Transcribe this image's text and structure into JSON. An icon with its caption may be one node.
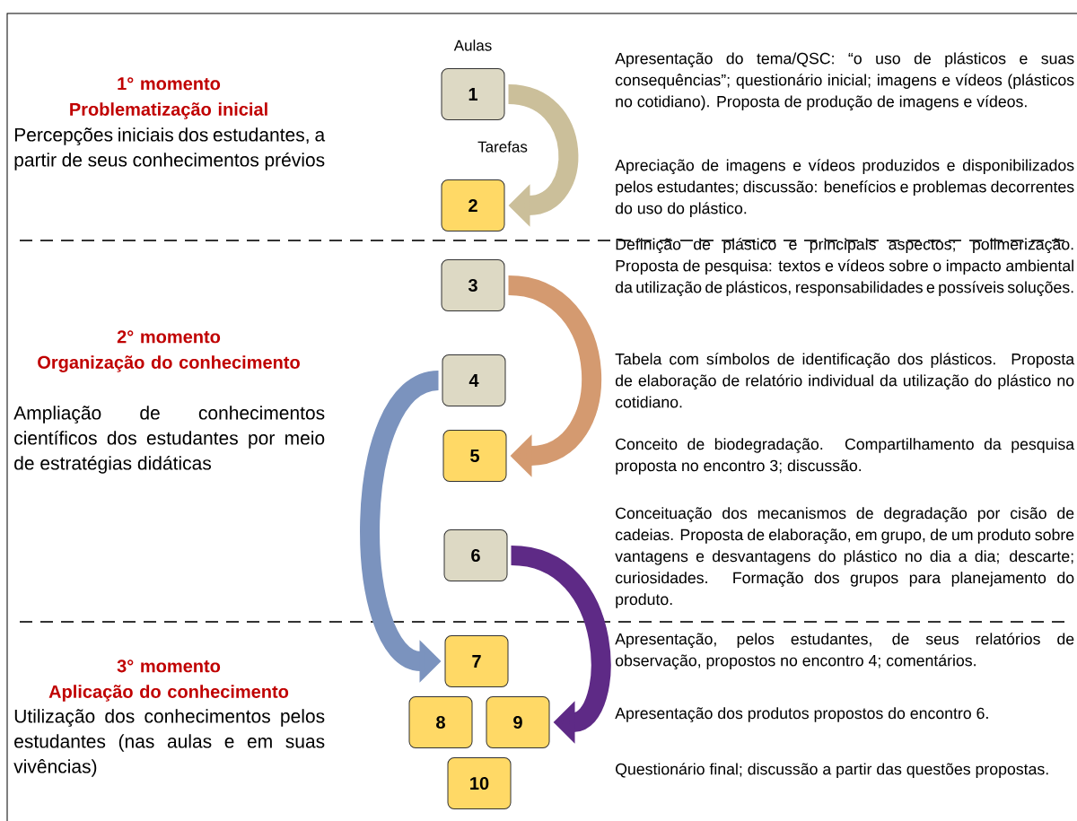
{
  "diagram": {
    "nodes": [
      {
        "text": [
          "1"
        ]
      },
      {
        "text": [
          "2"
        ]
      },
      {
        "text": [
          "3"
        ]
      },
      {
        "text": [
          "4"
        ]
      },
      {
        "text": [
          "5"
        ]
      },
      {
        "text": [
          "6"
        ]
      },
      {
        "text": [
          "7"
        ]
      },
      {
        "text": [
          "8"
        ]
      },
      {
        "text": [
          "9"
        ]
      },
      {
        "text": [
          "10"
        ]
      }
    ],
    "edges": [
      {
        "from": 0,
        "to": 1,
        "arrow": "to",
        "color": "#cbbf9a"
      },
      {
        "from": 2,
        "to": 4,
        "arrow": "to",
        "color": "#d49a70"
      },
      {
        "from": 3,
        "to": 6,
        "arrow": "to",
        "color": "#7b93be"
      },
      {
        "from": 5,
        "to": 8,
        "arrow": "to",
        "color": "#5e2a86"
      }
    ],
    "labels": [
      "Aulas",
      "1° momento",
      "Problematização inicial",
      "Percepções iniciais dos estudantes, a partir de seus conhecimentos prévios",
      "Tarefas",
      "Apresentação do tema/QSC: “o uso de plásticos e suas consequências”; questionário inicial; imagens e vídeos (plásticos no cotidiano). Proposta de produção de imagens e vídeos.",
      "Apreciação de imagens e vídeos produzidos e disponibilizados pelos estudantes; discussão: benefícios e problemas decorrentes do uso do plástico.",
      "Definição de plástico e principais aspectos; polimerização. Proposta de pesquisa: textos e vídeos sobre o impacto ambiental da utilização de plásticos, responsabilidades e possíveis soluções.",
      "2° momento",
      "Organização do conhecimento",
      "Ampliação de conhecimentos científicos dos estudantes por meio de estratégias didáticas",
      "Tabela com símbolos de identificação dos plásticos. Proposta de elaboração de relatório individual da utilização do plástico no cotidiano.",
      "Conceito de biodegradação. Compartilhamento da pesquisa proposta no encontro 3; discussão.",
      "Conceituação dos mecanismos de degradação por cisão de cadeias. Proposta de elaboração, em grupo, de um produto sobre vantagens e desvantagens do plástico no dia a dia; descarte; curiosidades. Formação dos grupos para planejamento do produto.",
      "3° momento",
      "Aplicação do conhecimento",
      "Utilização dos conhecimentos pelos estudantes (nas aulas e em suas vivências)",
      "Apresentação, pelos estudantes, de seus relatórios de observação, propostos no encontro 4; comentários.",
      "Apresentação dos produtos propostos do encontro 6.",
      "Questionário final; discussão a partir das questões propostas."
    ]
  }
}
